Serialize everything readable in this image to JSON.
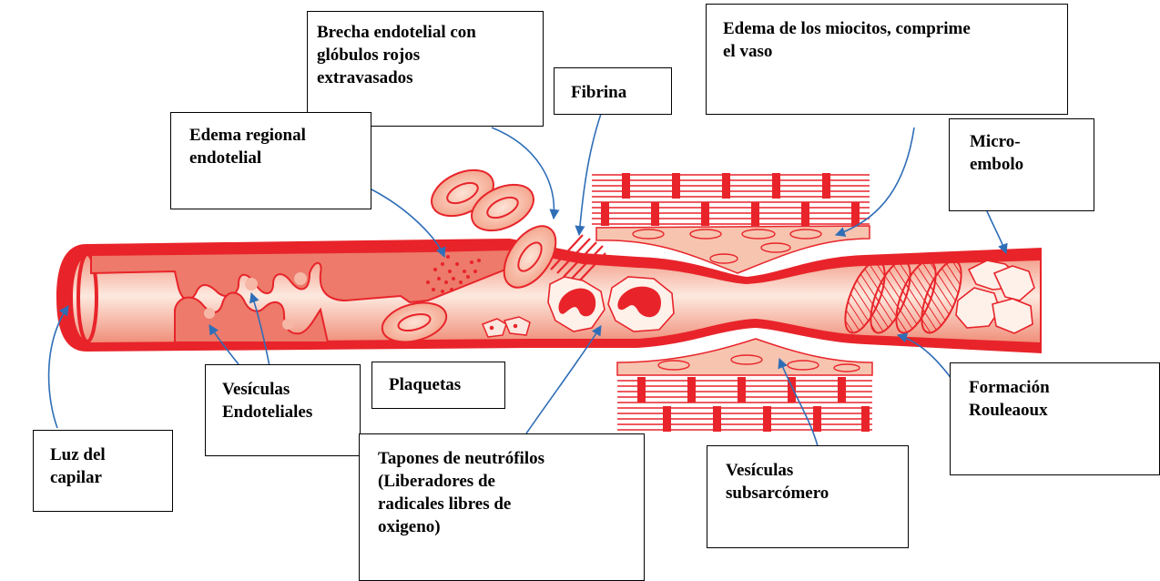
{
  "labels": {
    "brecha": "Brecha endotelial con\nglóbulos rojos\nextravasados",
    "fibrina": "Fibrina",
    "edema_miocitos": "Edema de los miocitos, comprime\nel vaso",
    "micro_embolo": "Micro-\nembolo",
    "edema_regional": "Edema regional\nendotelial",
    "vesiculas_endoteliales": "Vesículas\nEndoteliales",
    "plaquetas": "Plaquetas",
    "luz_capilar": "Luz del\ncapilar",
    "tapones_neutrofilos": "Tapones de neutrófilos\n(Liberadores de\nradicales libres de\noxigeno)",
    "vesiculas_subsarcomero": "Vesículas\nsubsarcómero",
    "formacion_rouleaux": "Formación\nRouleaoux"
  },
  "colors": {
    "vessel_red": "#e8242a",
    "tissue_pink": "#f7c4b0",
    "lumen_gradient_light": "#fde9df",
    "arrow_blue": "#2f6eb7",
    "label_border": "#000000"
  }
}
